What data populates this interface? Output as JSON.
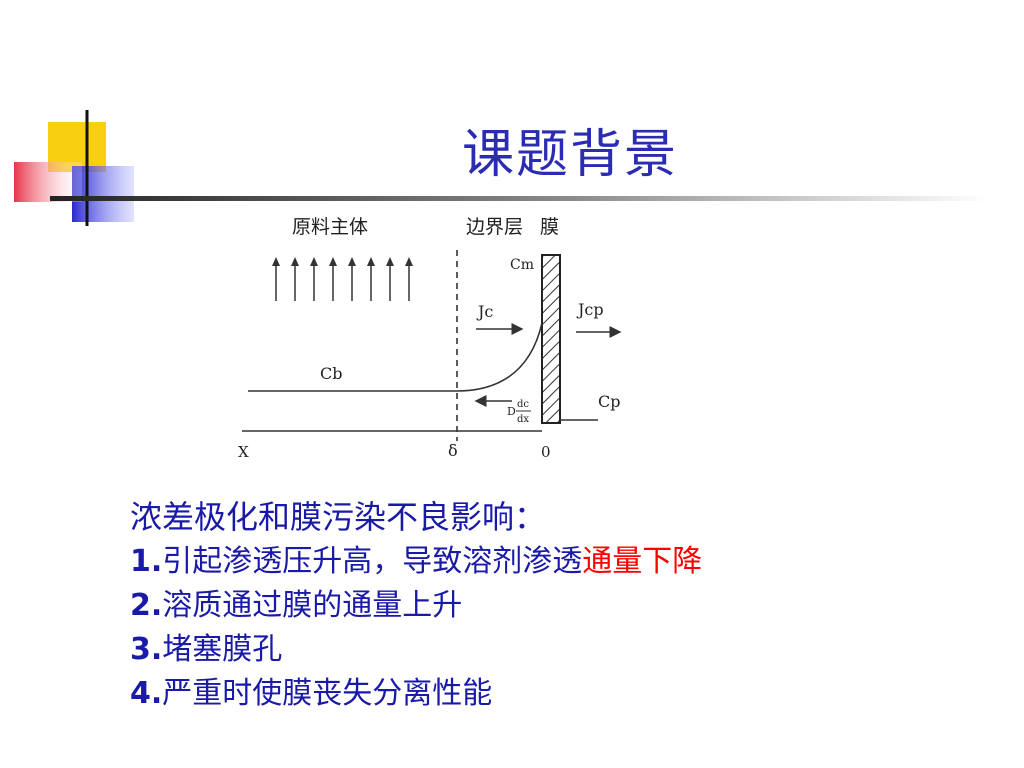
{
  "slide": {
    "title": "课题背景",
    "accent_colors": {
      "yellow": "#f8d010",
      "blue": "#2a2ad0",
      "red_pink": "#f05a6a",
      "title_color": "#2b2bb4",
      "highlight": "#ff0000"
    }
  },
  "diagram": {
    "labels": {
      "feed_bulk": "原料主体",
      "boundary_layer": "边界层",
      "membrane": "膜",
      "cm": "Cm",
      "jc": "Jc",
      "jcp": "Jcp",
      "cb": "Cb",
      "cp": "Cp",
      "diffusion_d": "D",
      "diffusion_dc": "dc",
      "diffusion_dx": "dx",
      "axis_x": "X",
      "axis_delta": "δ",
      "axis_zero": "0"
    },
    "flow_arrow_count": 8
  },
  "content": {
    "lead": "浓差极化和膜污染不良影响：",
    "items": [
      {
        "num": "1.",
        "text": "引起渗透压升高，导致溶剂渗透",
        "highlight": "通量下降"
      },
      {
        "num": "2.",
        "text": "溶质通过膜的通量上升"
      },
      {
        "num": "3.",
        "text": "堵塞膜孔"
      },
      {
        "num": "4.",
        "text": "严重时使膜丧失分离性能"
      }
    ]
  }
}
